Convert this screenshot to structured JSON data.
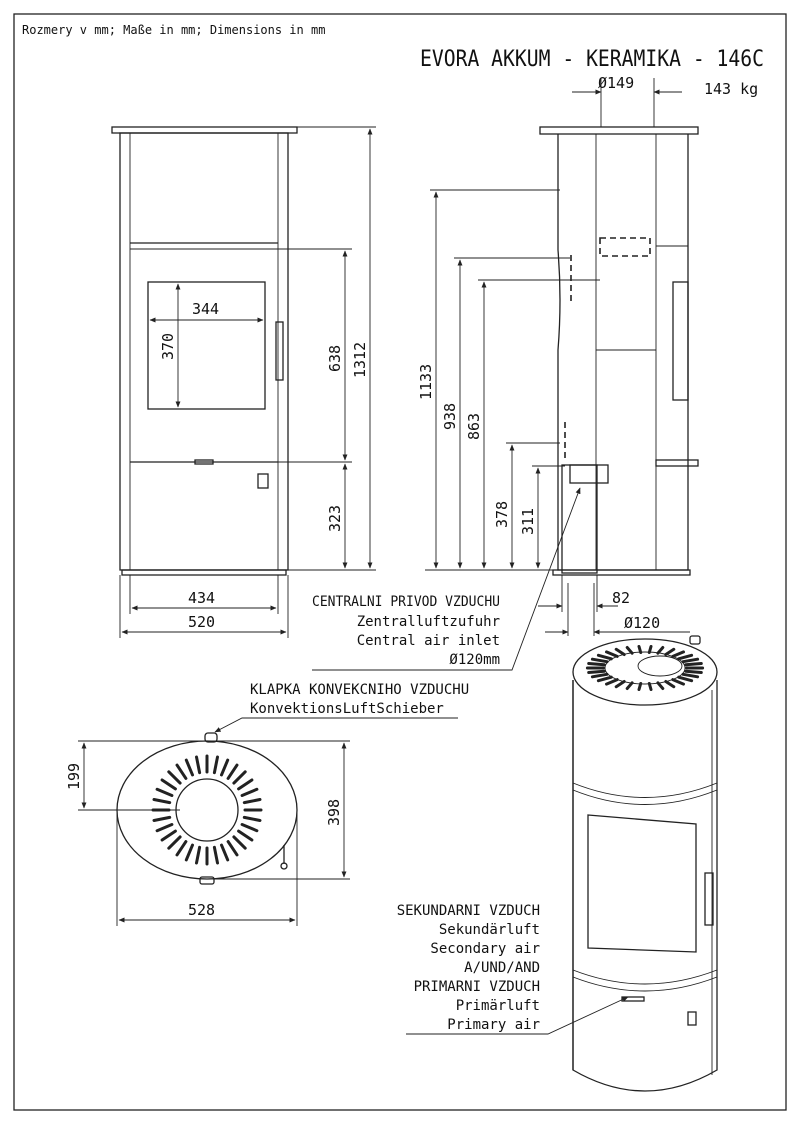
{
  "header": {
    "units_note": "Rozmery v mm; Maße in mm; Dimensions in mm",
    "title": "EVORA AKKUM - KERAMIKA - 146C",
    "flue_diameter": "Ø149",
    "weight": "143 kg"
  },
  "front_view": {
    "window_width": "344",
    "window_height": "370",
    "door_height": "638",
    "total_height": "1312",
    "ash_height": "323",
    "inner_width": "434",
    "outer_width": "520"
  },
  "side_view": {
    "h1": "1133",
    "h2": "938",
    "h3": "863",
    "h4": "378",
    "h5": "311",
    "offset": "82",
    "inlet_diameter": "Ø120"
  },
  "labels": {
    "central_air": [
      "CENTRALNI PRIVOD VZDUCHU",
      "Zentralluftzufuhr",
      "Central air inlet",
      "Ø120mm"
    ],
    "convection": [
      "KLAPKA KONVEKCNIHO VZDUCHU",
      "KonvektionsLuftSchieber"
    ],
    "secondary": [
      "SEKUNDARNI VZDUCH",
      "Sekundärluft",
      "Secondary air",
      "A/UND/AND",
      "PRIMARNI VZDUCH",
      "Primärluft",
      "Primary air"
    ]
  },
  "top_view": {
    "depth_half": "199",
    "depth": "398",
    "width": "528"
  }
}
